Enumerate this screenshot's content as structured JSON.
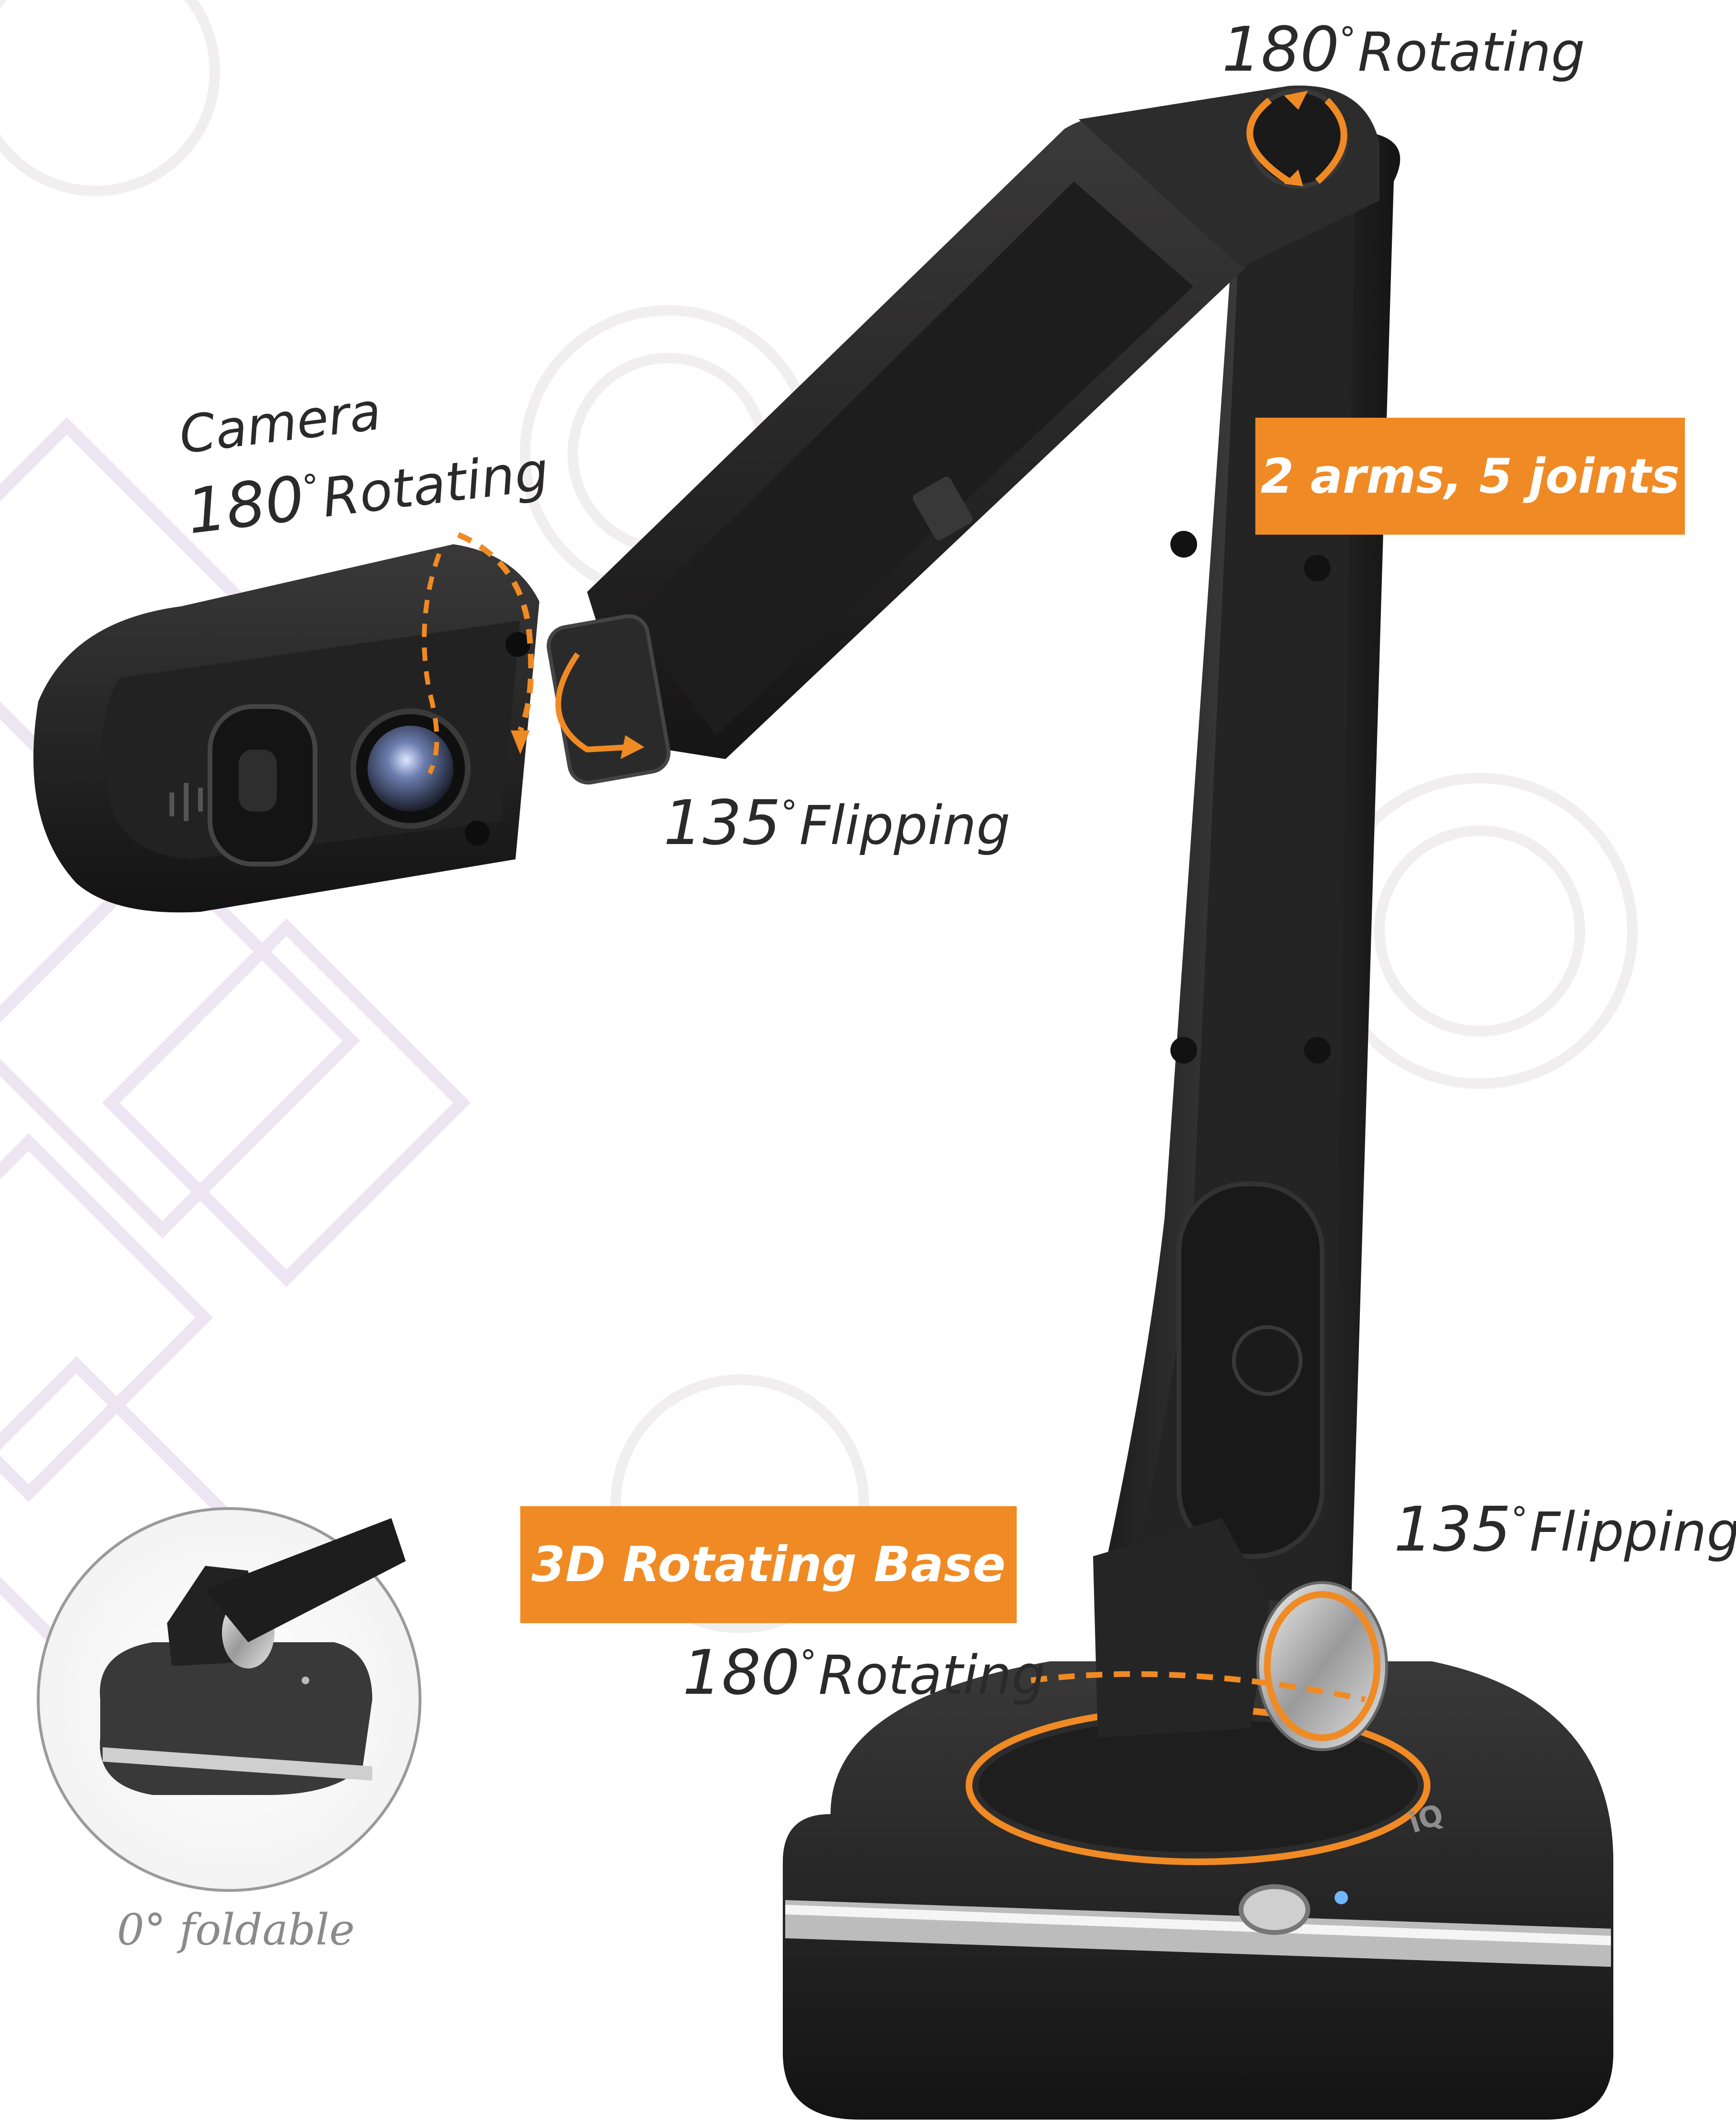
{
  "labels": {
    "top_rotating": {
      "value": "180",
      "unit": "°",
      "text": "Rotating"
    },
    "camera_heading": "Camera",
    "camera_rotating": {
      "value": "180",
      "unit": "°",
      "text": "Rotating"
    },
    "upper_flipping": {
      "value": "135",
      "unit": "°",
      "text": "Flipping"
    },
    "base_flipping": {
      "value": "135",
      "unit": "°",
      "text": "Flipping"
    },
    "base_rotating": {
      "value": "180",
      "unit": "°",
      "text": "Rotating"
    }
  },
  "badges": {
    "arms_joints": "2 arms, 5 joints",
    "rotating_base": "3D Rotating Base"
  },
  "inset": {
    "caption": "0° foldable"
  },
  "colors": {
    "accent_orange": "#f08a24",
    "device_body": "#2b2a2a",
    "background_pattern": "#e9e0ef"
  }
}
